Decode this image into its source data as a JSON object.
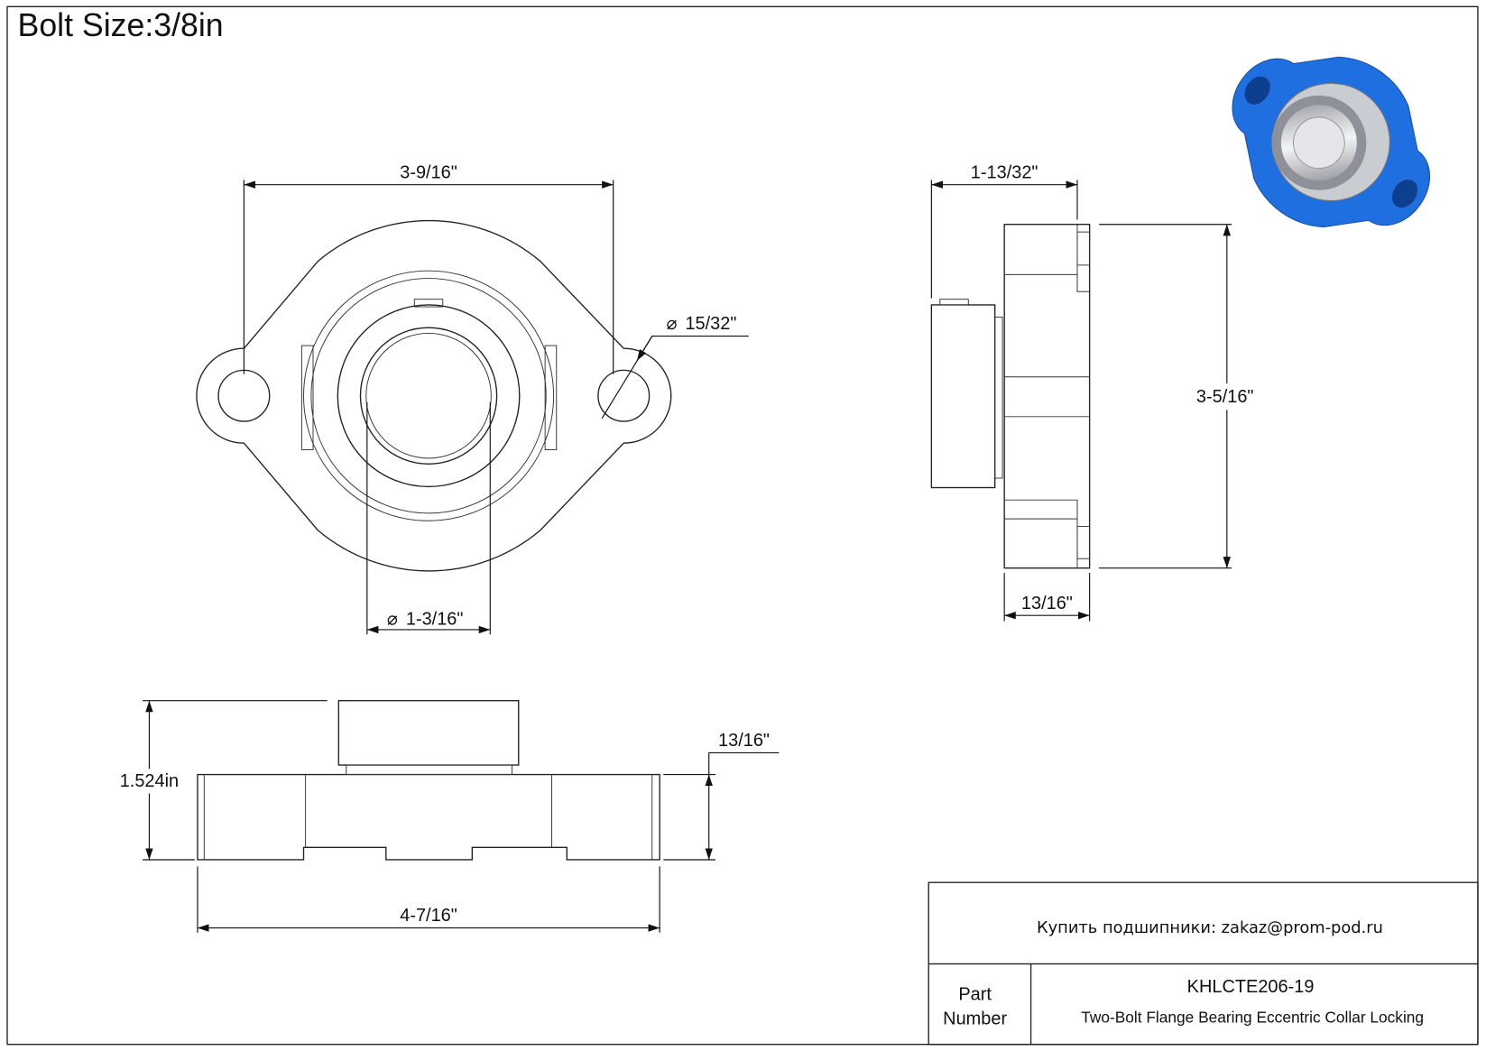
{
  "title": "Bolt Size:3/8in",
  "top_view": {
    "bolt_spacing": "3-9/16\"",
    "hole_diameter": "15/32\"",
    "bore_diameter": "1-3/16\""
  },
  "side_view": {
    "overall_depth": "1-13/32\"",
    "height": "3-5/16\"",
    "flange_thickness": "13/16\""
  },
  "bottom_view": {
    "overall_height": "1.524in",
    "flange_thickness": "13/16\"",
    "overall_length": "4-7/16\""
  },
  "diameter_symbol": "⌀",
  "title_block": {
    "contact": "Купить подшипники: zakaz@prom-pod.ru",
    "part_label_line1": "Part",
    "part_label_line2": "Number",
    "part_number": "KHLCTE206-19",
    "description": "Two-Bolt Flange Bearing Eccentric Collar Locking"
  },
  "colors": {
    "housing": "#1f6fe0",
    "steel": "#b8bcc2"
  }
}
